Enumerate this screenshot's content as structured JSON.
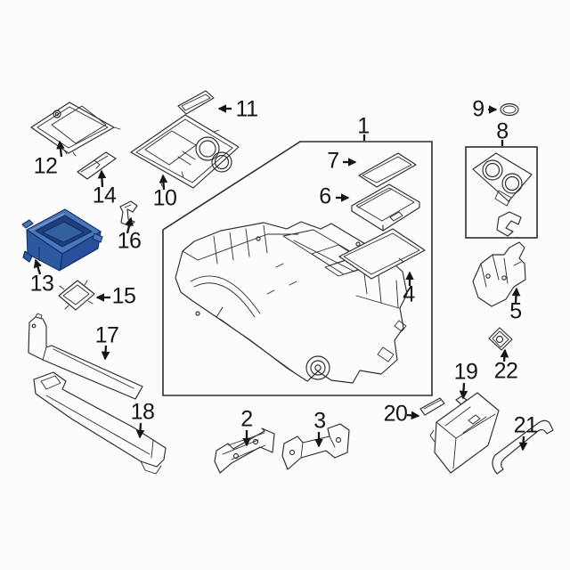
{
  "diagram": {
    "highlighted_callout": "13",
    "colors": {
      "background": "#fcfcfc",
      "line": "#2c2c2c",
      "label": "#151515",
      "highlight_fill": "#3a67b0",
      "highlight_light": "#4a76bd",
      "highlight_dark": "#1d3f7d",
      "highlight_face": "#2d59a0"
    },
    "callouts": {
      "c1": {
        "label": "1"
      },
      "c2": {
        "label": "2"
      },
      "c3": {
        "label": "3"
      },
      "c4": {
        "label": "4"
      },
      "c5": {
        "label": "5"
      },
      "c6": {
        "label": "6"
      },
      "c7": {
        "label": "7"
      },
      "c8": {
        "label": "8"
      },
      "c9": {
        "label": "9"
      },
      "c10": {
        "label": "10"
      },
      "c11": {
        "label": "11"
      },
      "c12": {
        "label": "12"
      },
      "c13": {
        "label": "13"
      },
      "c14": {
        "label": "14"
      },
      "c15": {
        "label": "15"
      },
      "c16": {
        "label": "16"
      },
      "c17": {
        "label": "17"
      },
      "c18": {
        "label": "18"
      },
      "c19": {
        "label": "19"
      },
      "c20": {
        "label": "20"
      },
      "c21": {
        "label": "21"
      },
      "c22": {
        "label": "22"
      }
    }
  }
}
